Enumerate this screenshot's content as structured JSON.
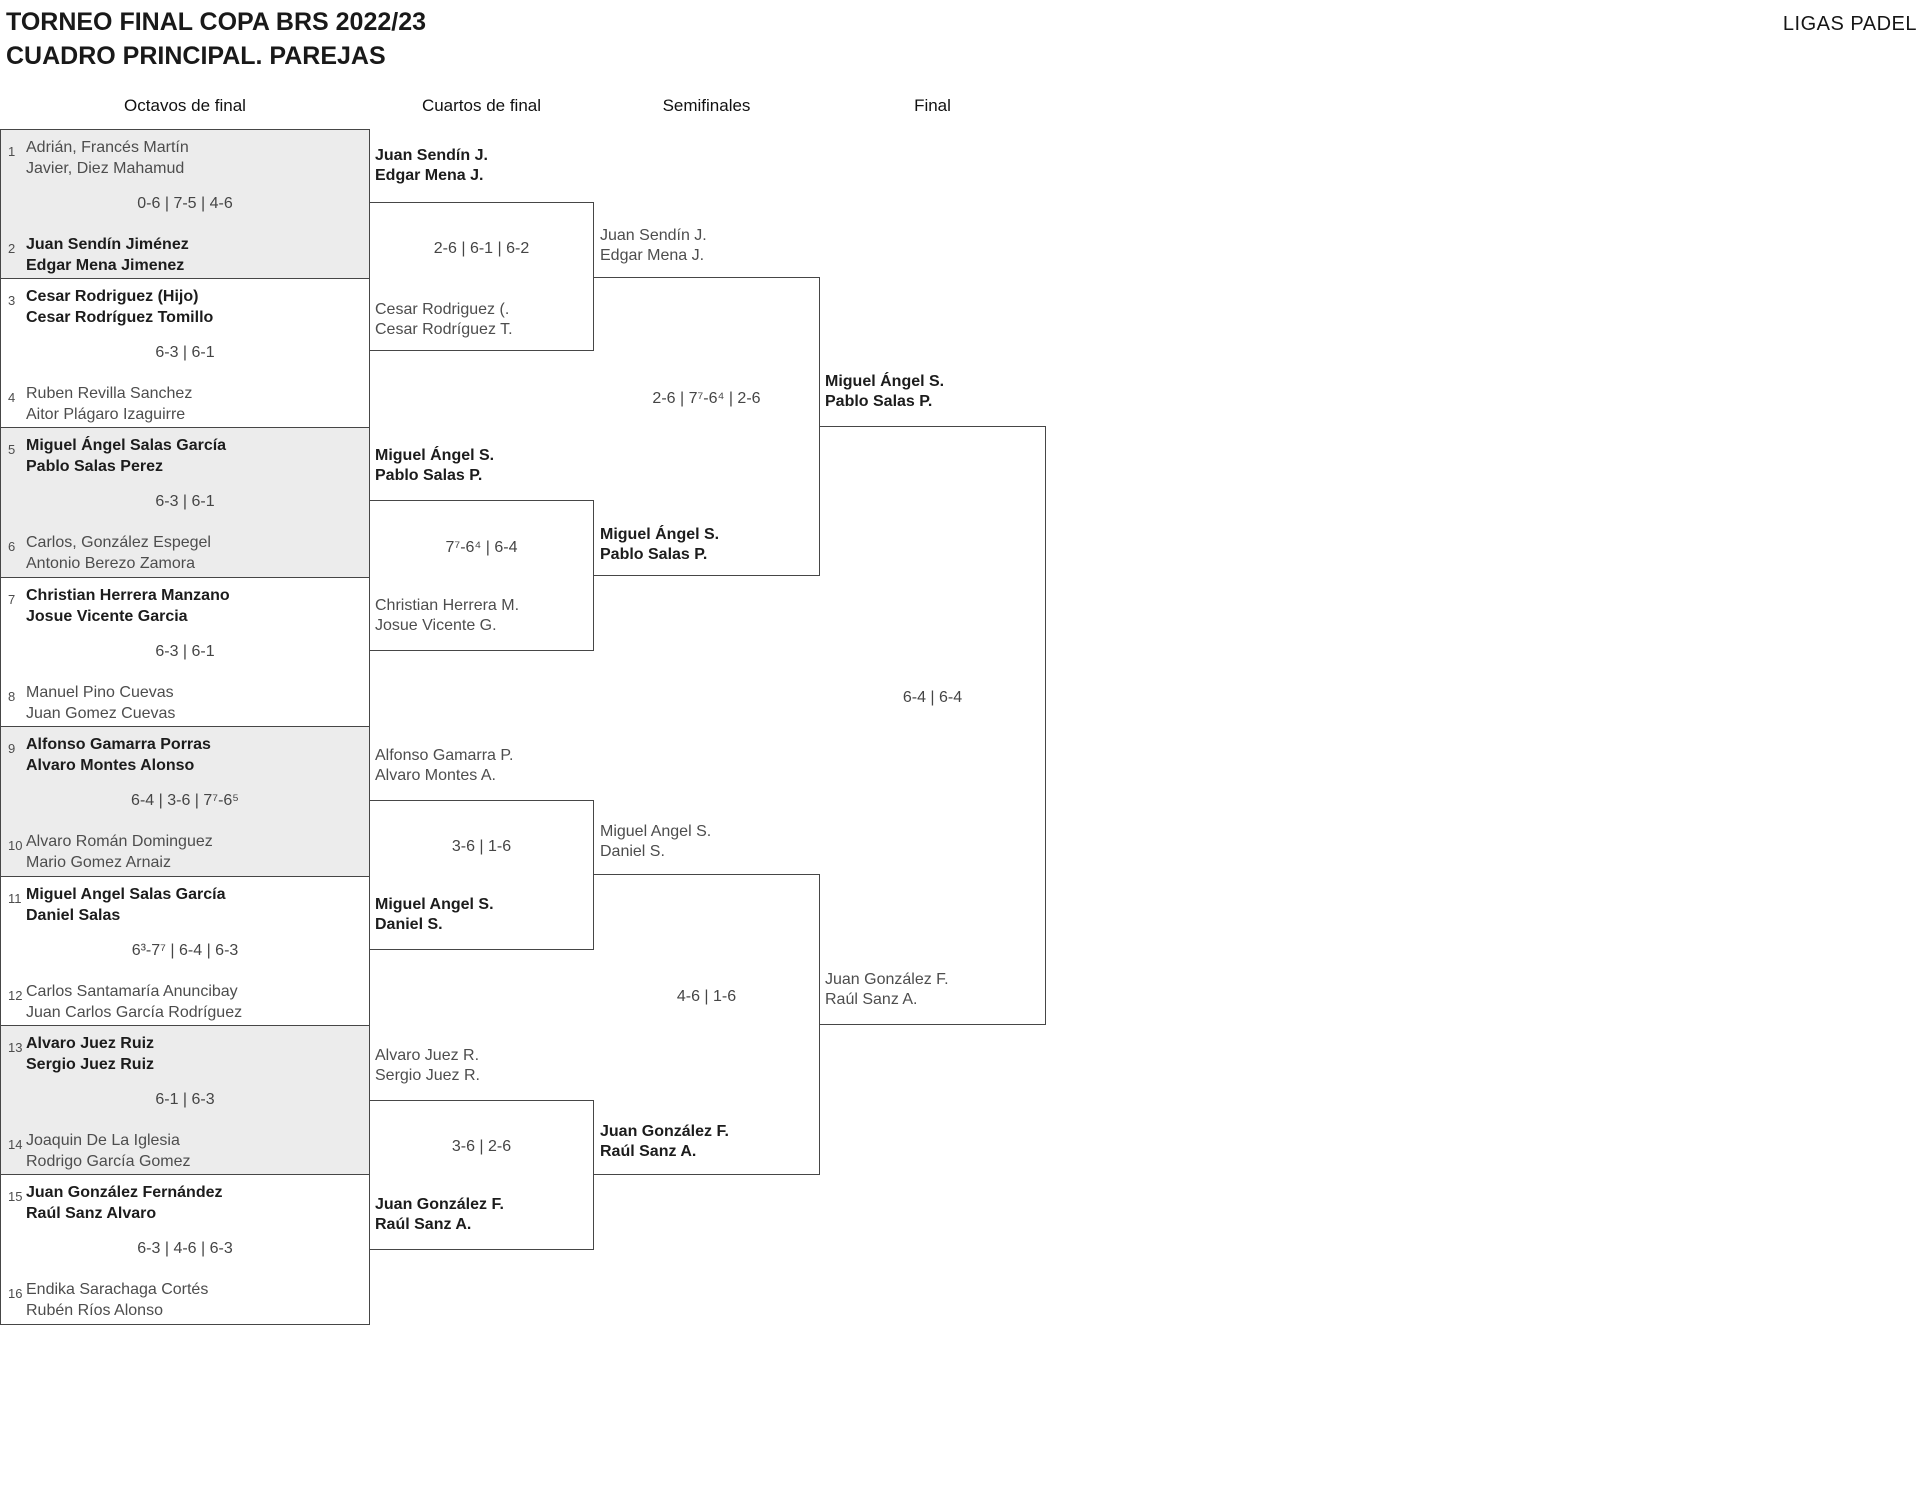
{
  "header": {
    "title_line1": "TORNEO FINAL COPA BRS 2022/23",
    "title_line2": "CUADRO PRINCIPAL. PAREJAS",
    "brand": "LIGAS PADEL"
  },
  "columns": [
    "Octavos de final",
    "Cuartos de final",
    "Semifinales",
    "Final"
  ],
  "colors": {
    "shaded_block": "#ececec",
    "border": "#464646",
    "winner_text": "#1c1c1c",
    "loser_text": "#4d4d4d",
    "score_text": "#454545"
  },
  "octavos": [
    {
      "top": {
        "seed": "1",
        "players": [
          "Adrián, Francés Martín",
          "Javier, Diez Mahamud"
        ]
      },
      "score": "0-6 | 7-5 | 4-6",
      "bottom": {
        "seed": "2",
        "players": [
          "Juan Sendín Jiménez",
          "Edgar Mena Jimenez"
        ]
      }
    },
    {
      "top": {
        "seed": "3",
        "players": [
          "Cesar Rodriguez (Hijo)",
          "Cesar Rodríguez Tomillo"
        ]
      },
      "score": "6-3 | 6-1",
      "bottom": {
        "seed": "4",
        "players": [
          "Ruben Revilla Sanchez",
          "Aitor Plágaro Izaguirre"
        ]
      }
    },
    {
      "top": {
        "seed": "5",
        "players": [
          "Miguel Ángel Salas García",
          "Pablo Salas Perez"
        ]
      },
      "score": "6-3 | 6-1",
      "bottom": {
        "seed": "6",
        "players": [
          "Carlos, González Espegel",
          "Antonio Berezo Zamora"
        ]
      }
    },
    {
      "top": {
        "seed": "7",
        "players": [
          "Christian Herrera Manzano",
          "Josue Vicente Garcia"
        ]
      },
      "score": "6-3 | 6-1",
      "bottom": {
        "seed": "8",
        "players": [
          "Manuel Pino Cuevas",
          "Juan Gomez Cuevas"
        ]
      }
    },
    {
      "top": {
        "seed": "9",
        "players": [
          "Alfonso Gamarra Porras",
          "Alvaro Montes Alonso"
        ]
      },
      "score": "6-4 | 3-6 | 7⁷-6⁵",
      "bottom": {
        "seed": "10",
        "players": [
          "Alvaro Román Dominguez",
          "Mario Gomez Arnaiz"
        ]
      }
    },
    {
      "top": {
        "seed": "11",
        "players": [
          "Miguel Angel Salas García",
          "Daniel Salas"
        ]
      },
      "score": "6³-7⁷ | 6-4 | 6-3",
      "bottom": {
        "seed": "12",
        "players": [
          "Carlos Santamaría Anuncibay",
          "Juan Carlos García Rodríguez"
        ]
      }
    },
    {
      "top": {
        "seed": "13",
        "players": [
          "Alvaro Juez Ruiz",
          "Sergio Juez Ruiz"
        ]
      },
      "score": "6-1 | 6-3",
      "bottom": {
        "seed": "14",
        "players": [
          "Joaquin De La Iglesia",
          "Rodrigo García Gomez"
        ]
      }
    },
    {
      "top": {
        "seed": "15",
        "players": [
          "Juan González Fernández",
          "Raúl Sanz Alvaro"
        ]
      },
      "score": "6-3 | 4-6 | 6-3",
      "bottom": {
        "seed": "16",
        "players": [
          "Endika Sarachaga Cortés",
          "Rubén Ríos Alonso"
        ]
      }
    }
  ],
  "cuartos": [
    {
      "top": {
        "players": [
          "Juan Sendín J.",
          "Edgar Mena J."
        ]
      },
      "score": "2-6 | 6-1 | 6-2",
      "bottom": {
        "players": [
          "Cesar Rodriguez (.",
          "Cesar Rodríguez T."
        ]
      }
    },
    {
      "top": {
        "players": [
          "Miguel Ángel S.",
          "Pablo Salas P."
        ]
      },
      "score": "7⁷-6⁴ | 6-4",
      "bottom": {
        "players": [
          "Christian Herrera M.",
          "Josue Vicente G."
        ]
      }
    },
    {
      "top": {
        "players": [
          "Alfonso Gamarra P.",
          "Alvaro Montes A."
        ]
      },
      "score": "3-6 | 1-6",
      "bottom": {
        "players": [
          "Miguel Angel S.",
          "Daniel S."
        ]
      }
    },
    {
      "top": {
        "players": [
          "Alvaro Juez R.",
          "Sergio Juez R."
        ]
      },
      "score": "3-6 | 2-6",
      "bottom": {
        "players": [
          "Juan González F.",
          "Raúl Sanz A."
        ]
      }
    }
  ],
  "semifinales": [
    {
      "top": {
        "players": [
          "Juan Sendín J.",
          "Edgar Mena J."
        ]
      },
      "score": "2-6 | 7⁷-6⁴ | 2-6",
      "bottom": {
        "players": [
          "Miguel Ángel S.",
          "Pablo Salas P."
        ]
      }
    },
    {
      "top": {
        "players": [
          "Miguel Angel S.",
          "Daniel S."
        ]
      },
      "score": "4-6 | 1-6",
      "bottom": {
        "players": [
          "Juan González F.",
          "Raúl Sanz A."
        ]
      }
    }
  ],
  "final": {
    "top": {
      "players": [
        "Miguel Ángel S.",
        "Pablo Salas P."
      ]
    },
    "score": "6-4 | 6-4",
    "bottom": {
      "players": [
        "Juan González F.",
        "Raúl Sanz A."
      ]
    }
  }
}
